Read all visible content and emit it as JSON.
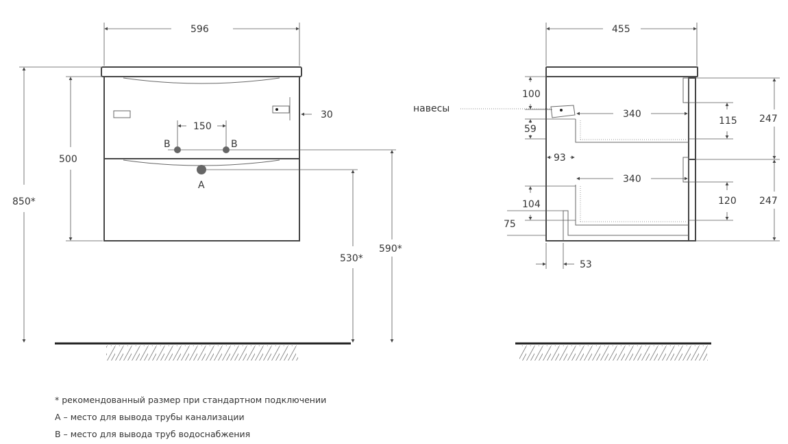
{
  "front_view": {
    "width": "596",
    "height_total": "850*",
    "body_height": "500",
    "pipe_spacing": "150",
    "hinge_offset": "30",
    "sewer_height": "530*",
    "water_height": "590*",
    "label_a": "A",
    "label_b": "B"
  },
  "side_view": {
    "depth": "455",
    "hinges_label": "навесы",
    "dim_100": "100",
    "dim_59": "59",
    "dim_93": "93",
    "drawer_depth_top": "340",
    "drawer_depth_bottom": "340",
    "dim_115": "115",
    "dim_120": "120",
    "front_top": "247",
    "front_bottom": "247",
    "dim_104": "104",
    "dim_75": "75",
    "dim_53": "53"
  },
  "notes": [
    "* рекомендованный размер при стандартном подключении",
    "А – место для вывода трубы канализации",
    "В – место для вывода труб водоснабжения"
  ]
}
